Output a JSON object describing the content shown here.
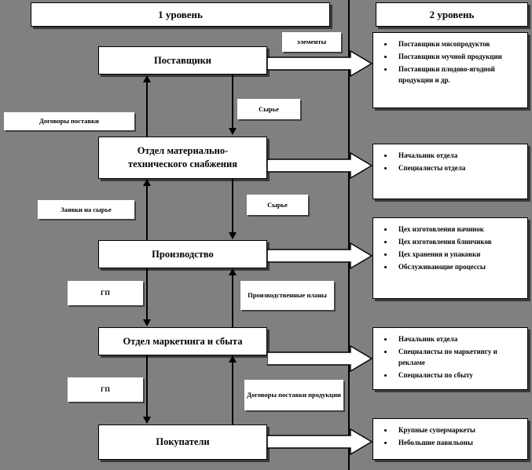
{
  "diagram": {
    "title_level1": "1 уровень",
    "title_level2": "2 уровень",
    "background_color": "#808080",
    "box_fill": "#ffffff",
    "line_color": "#000000"
  },
  "level1": {
    "boxes": [
      {
        "id": "suppliers",
        "label": "Поставщики"
      },
      {
        "id": "supply-dept",
        "label": "Отдел материально-\nтехнического  снабжения"
      },
      {
        "id": "production",
        "label": "Производство"
      },
      {
        "id": "marketing",
        "label": "Отдел маркетинга и сбыта"
      },
      {
        "id": "buyers",
        "label": "Покупатели"
      }
    ]
  },
  "level2": {
    "groups": [
      {
        "id": "suppliers-detail",
        "items": [
          "Поставщики мясопродуктов",
          "Поставщики мучной продукции",
          "Поставщики плодово-ягодной продукции и др."
        ]
      },
      {
        "id": "supply-dept-detail",
        "items": [
          "Начальник отдела",
          "Специалисты отдела"
        ]
      },
      {
        "id": "production-detail",
        "items": [
          "Цех изготовления начинок",
          "Цех изготовления блинчиков",
          "Цех хранения и упаковки",
          "Обслуживающие процессы"
        ]
      },
      {
        "id": "marketing-detail",
        "items": [
          "Начальник отдела",
          "Специалисты по маркетингу и рекламе",
          "Специалисты по сбыту"
        ]
      },
      {
        "id": "buyers-detail",
        "items": [
          "Крупные супермаркеты",
          "Небольшие павильоны"
        ]
      }
    ]
  },
  "flow_labels": {
    "elements": "элементы",
    "raw_materials_1": "Сырье",
    "supply_contracts": "Договоры поставки",
    "raw_materials_2": "Сырье",
    "raw_material_requests": "Заявки на сырье",
    "finished_goods_1": "ГП",
    "production_plans": "Производственные планы",
    "finished_goods_2": "ГП",
    "product_supply_contracts": "Договоры поставки продукции"
  }
}
